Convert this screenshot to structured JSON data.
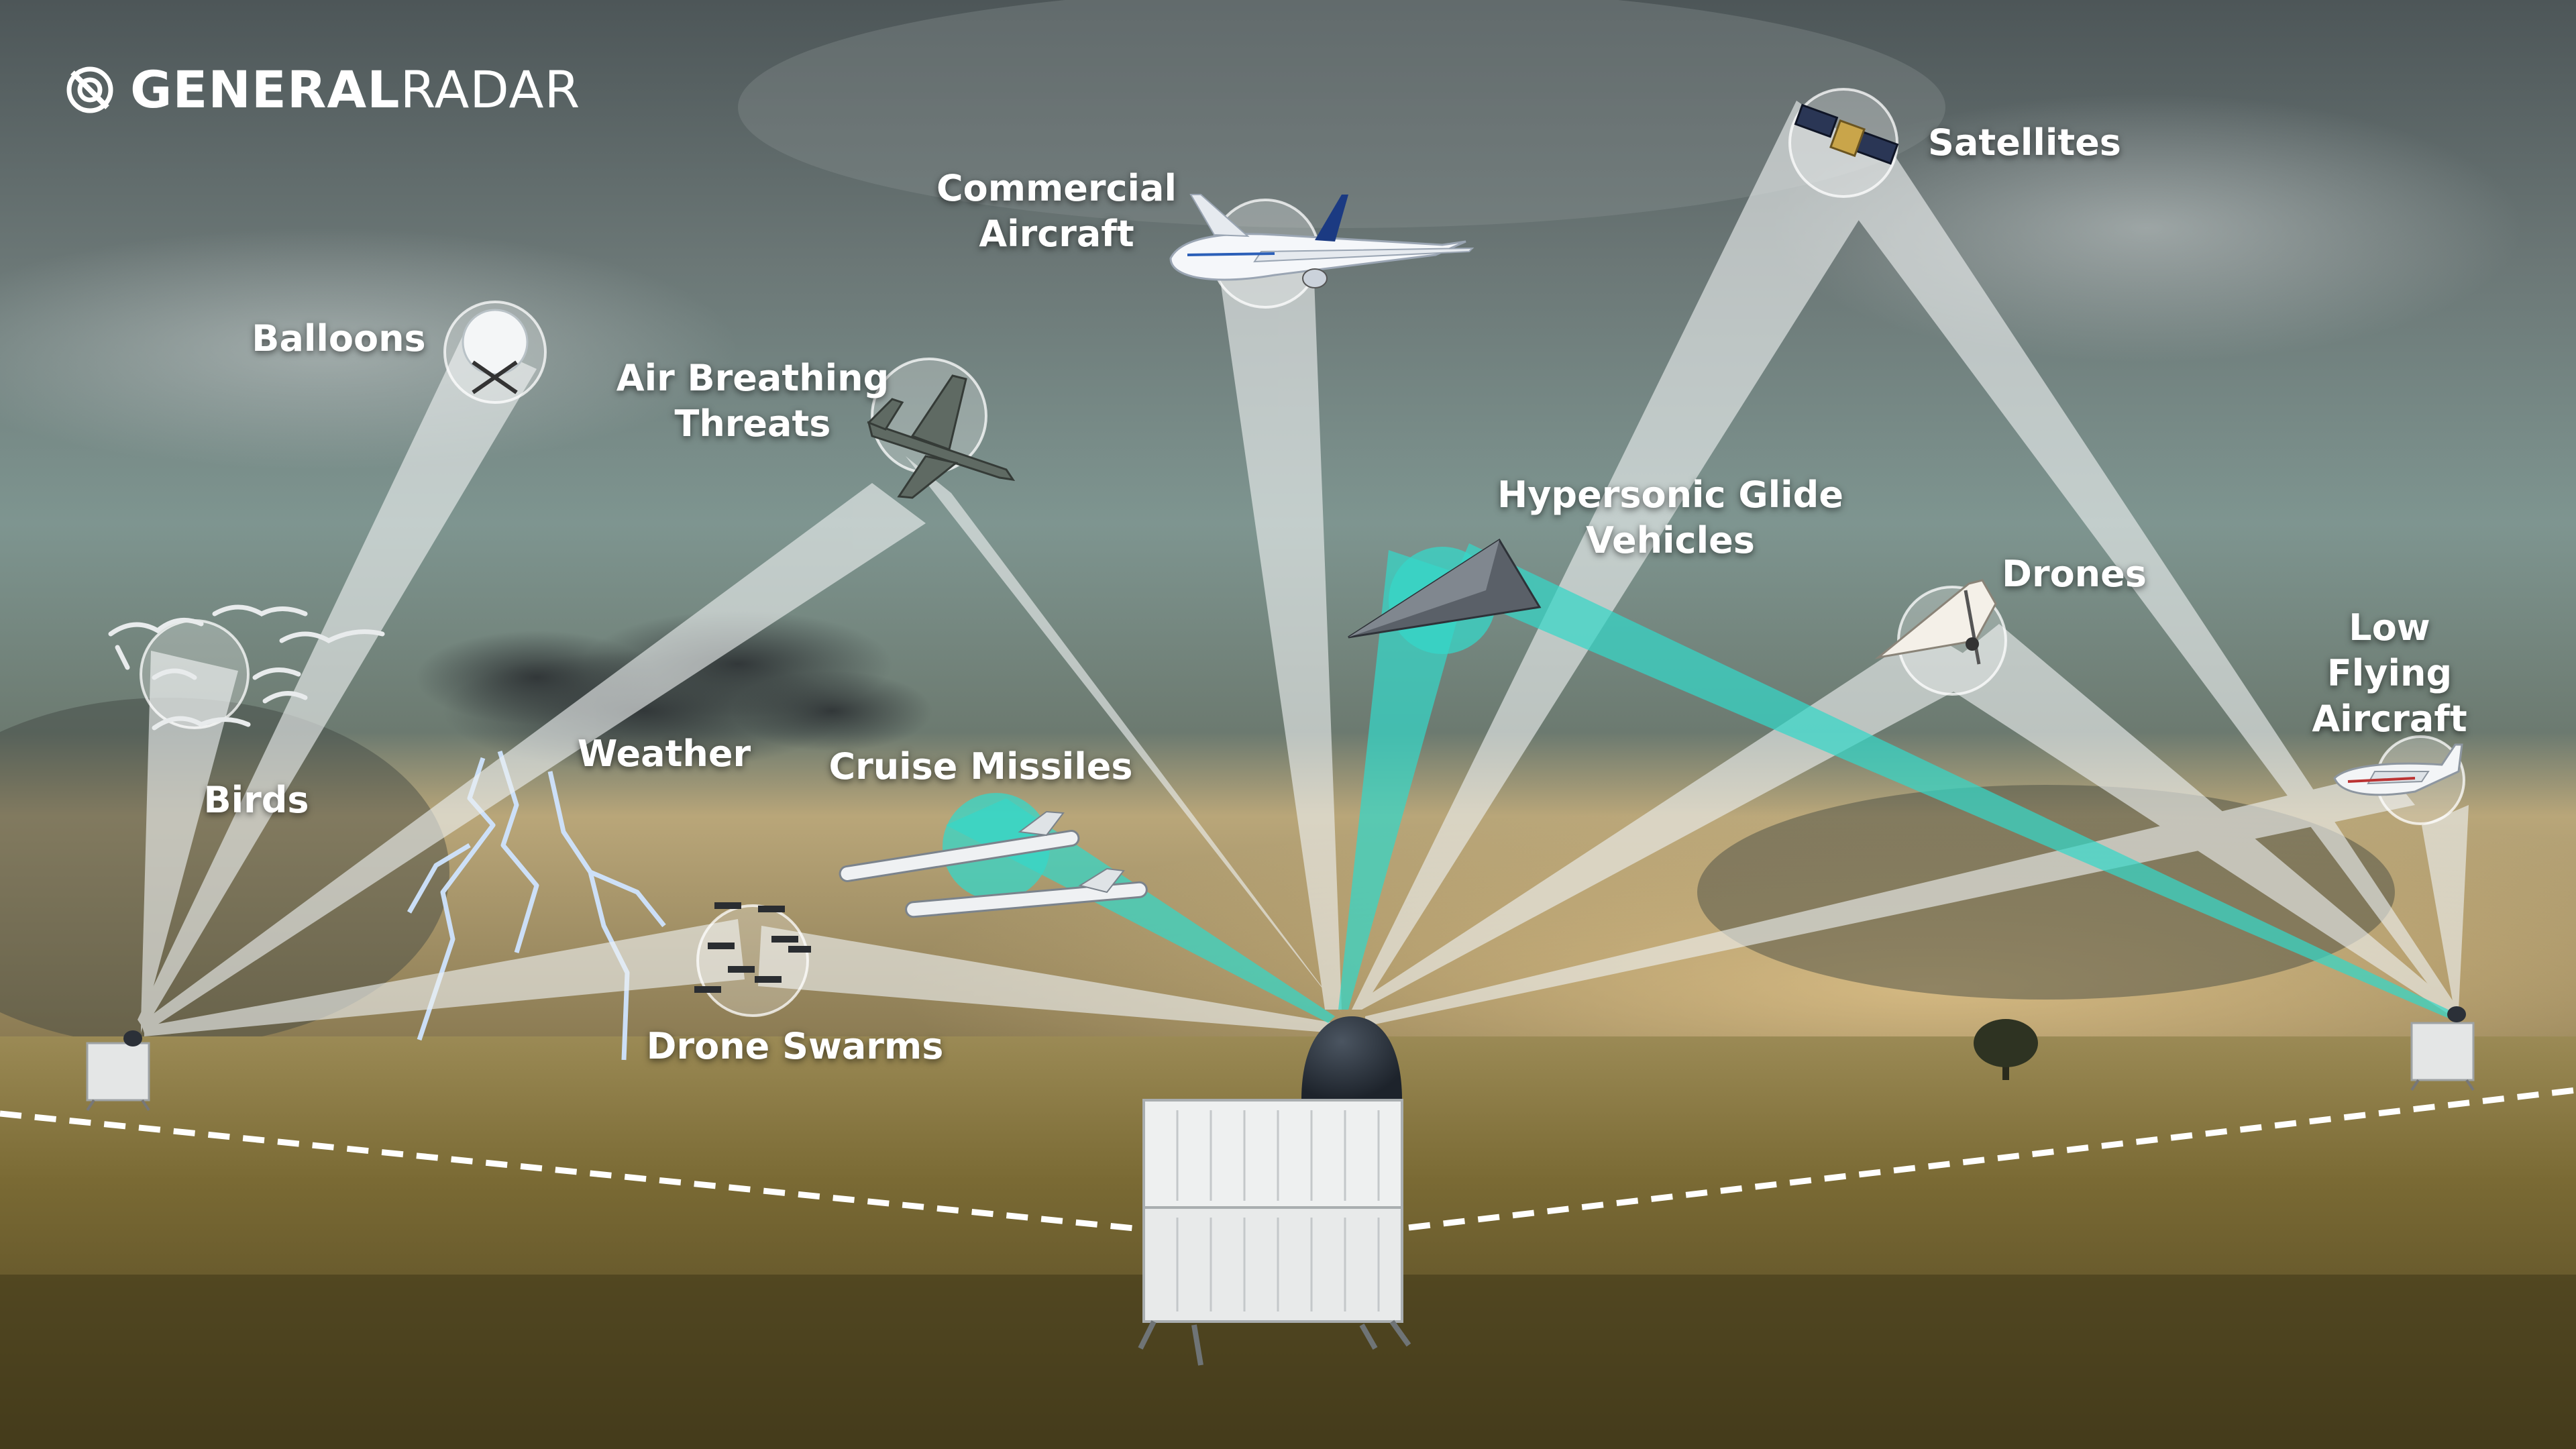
{
  "brand": {
    "name_bold": "GENERAL",
    "name_light": "RADAR",
    "icon": "radar-logo-icon"
  },
  "labels": {
    "commercial_aircraft": "Commercial\nAircraft",
    "satellites": "Satellites",
    "balloons": "Balloons",
    "air_breathing_threats": "Air Breathing\nThreats",
    "hypersonic_glide_vehicles": "Hypersonic Glide\nVehicles",
    "drones": "Drones",
    "low_flying_aircraft": "Low Flying\nAircraft",
    "birds": "Birds",
    "weather": "Weather",
    "cruise_missiles": "Cruise Missiles",
    "drone_swarms": "Drone Swarms"
  },
  "colors": {
    "beam_white": "#e9ecec",
    "beam_teal": "#35d7c8",
    "sky_top": "#5b6566",
    "sky_mid": "#7f9590",
    "ground": "#6c5f2c"
  }
}
